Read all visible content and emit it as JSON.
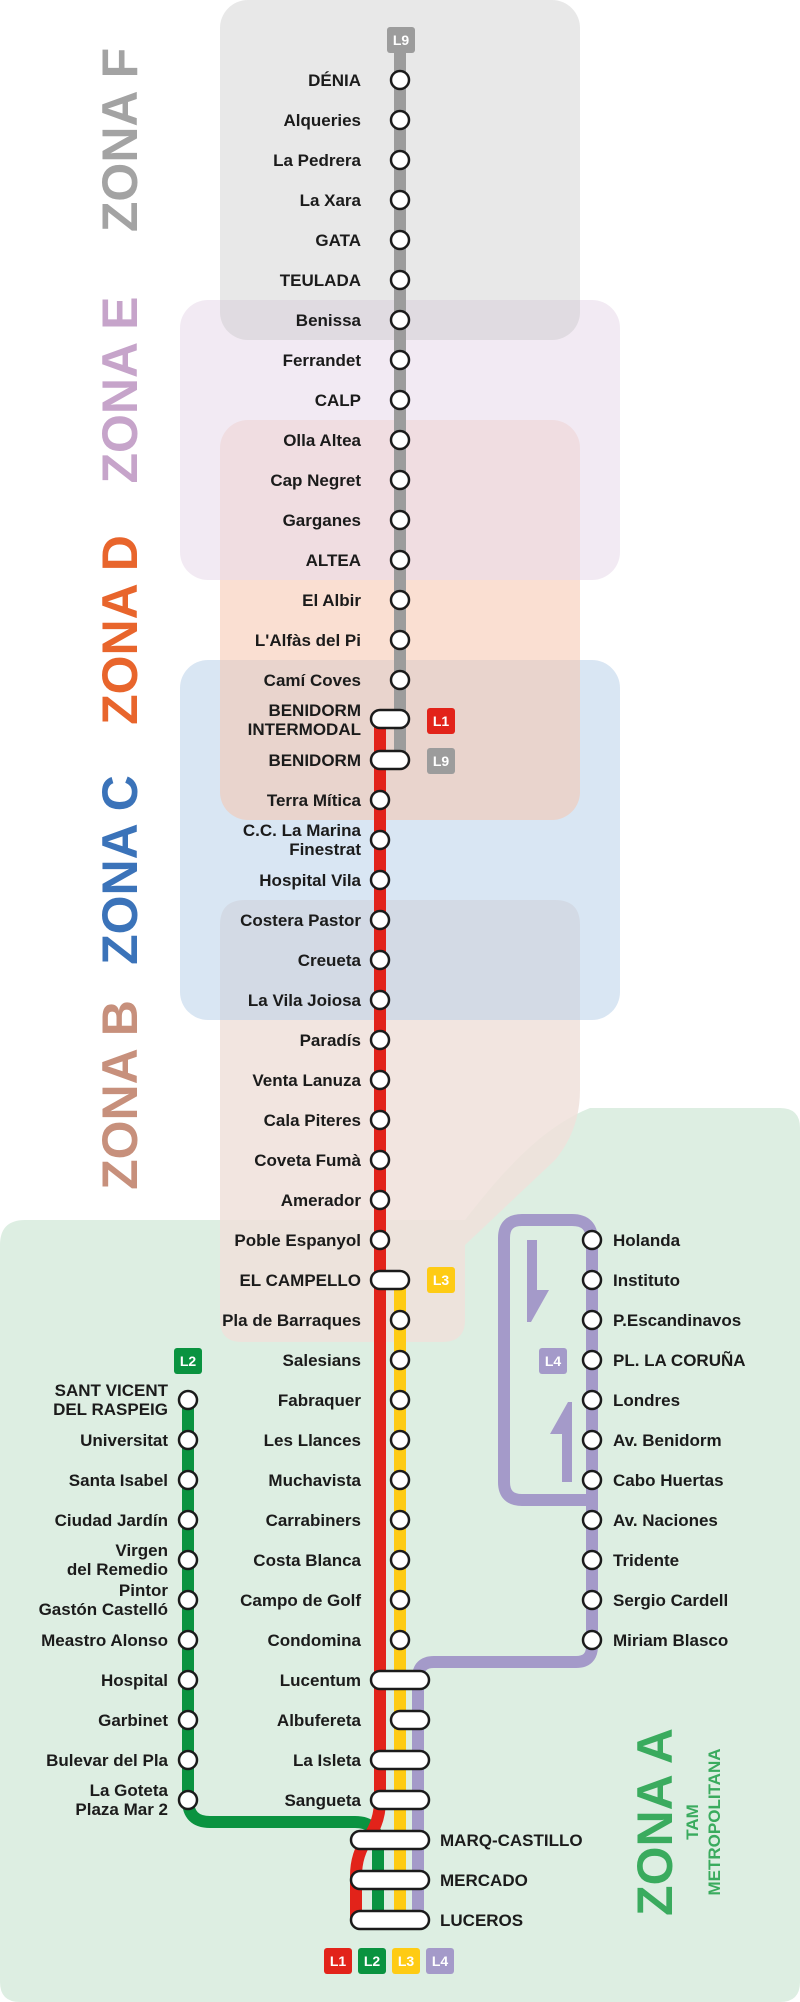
{
  "zones": {
    "f": {
      "label": "ZONA F",
      "color": "#a3a3a3"
    },
    "e": {
      "label": "ZONA E",
      "color": "#c6a4ca"
    },
    "d": {
      "label": "ZONA D",
      "color": "#e8652c"
    },
    "c": {
      "label": "ZONA C",
      "color": "#3b73b9"
    },
    "b": {
      "label": "ZONA B",
      "color": "#c7907c"
    },
    "a": {
      "label": "ZONA A",
      "color": "#3aab5e",
      "sub1": "TAM",
      "sub2": "METROPOLITANA"
    }
  },
  "lines": {
    "l1": {
      "label": "L1",
      "color": "#e2231a"
    },
    "l2": {
      "label": "L2",
      "color": "#0a9340"
    },
    "l3": {
      "label": "L3",
      "color": "#fecb14"
    },
    "l4": {
      "label": "L4",
      "color": "#a49ac9"
    },
    "l9": {
      "label": "L9",
      "color": "#9c9c9c"
    }
  },
  "stations": {
    "denia": "DÉNIA",
    "alqueries": "Alqueries",
    "la_pedrera": "La Pedrera",
    "la_xara": "La Xara",
    "gata": "GATA",
    "teulada": "TEULADA",
    "benissa": "Benissa",
    "ferrandet": "Ferrandet",
    "calp": "CALP",
    "olla_altea": "Olla Altea",
    "cap_negret": "Cap Negret",
    "garganes": "Garganes",
    "altea": "ALTEA",
    "el_albir": "El Albir",
    "alfas": "L'Alfàs del Pi",
    "cami_coves": "Camí Coves",
    "benidorm_int_1": "BENIDORM",
    "benidorm_int_2": "INTERMODAL",
    "benidorm": "BENIDORM",
    "terra_mitica": "Terra Mítica",
    "cc_marina_1": "C.C. La Marina",
    "cc_marina_2": "Finestrat",
    "hospital_vila": "Hospital Vila",
    "costera_pastor": "Costera Pastor",
    "creueta": "Creueta",
    "vila_joiosa": "La Vila Joiosa",
    "paradis": "Paradís",
    "venta_lanuza": "Venta Lanuza",
    "cala_piteres": "Cala Piteres",
    "coveta_fuma": "Coveta Fumà",
    "amerador": "Amerador",
    "poble_espanyol": "Poble Espanyol",
    "el_campello": "EL CAMPELLO",
    "pla_barraques": "Pla de Barraques",
    "salesians": "Salesians",
    "fabraquer": "Fabraquer",
    "les_llances": "Les Llances",
    "muchavista": "Muchavista",
    "carrabiners": "Carrabiners",
    "costa_blanca": "Costa Blanca",
    "campo_golf": "Campo de Golf",
    "condomina": "Condomina",
    "lucentum": "Lucentum",
    "albufereta": "Albufereta",
    "la_isleta": "La Isleta",
    "sangueta": "Sangueta",
    "marq_castillo": "MARQ-CASTILLO",
    "mercado": "MERCADO",
    "luceros": "LUCEROS",
    "sant_vicent_1": "SANT VICENT",
    "sant_vicent_2": "DEL RASPEIG",
    "universitat": "Universitat",
    "santa_isabel": "Santa Isabel",
    "ciudad_jardin": "Ciudad Jardín",
    "virgen_1": "Virgen",
    "virgen_2": "del Remedio",
    "pintor_1": "Pintor",
    "pintor_2": "Gastón Castelló",
    "maestro_alonso": "Meastro Alonso",
    "hospital": "Hospital",
    "garbinet": "Garbinet",
    "bulevar": "Bulevar del Pla",
    "goteta_1": "La Goteta",
    "goteta_2": "Plaza Mar 2",
    "holanda": "Holanda",
    "instituto": "Instituto",
    "escandinavos": "P.Escandinavos",
    "coruna": "PL. LA CORUÑA",
    "londres": "Londres",
    "av_benidorm": "Av. Benidorm",
    "cabo_huertas": "Cabo Huertas",
    "av_naciones": "Av. Naciones",
    "tridente": "Tridente",
    "sergio_cardell": "Sergio Cardell",
    "miriam_blasco": "Miriam Blasco"
  }
}
